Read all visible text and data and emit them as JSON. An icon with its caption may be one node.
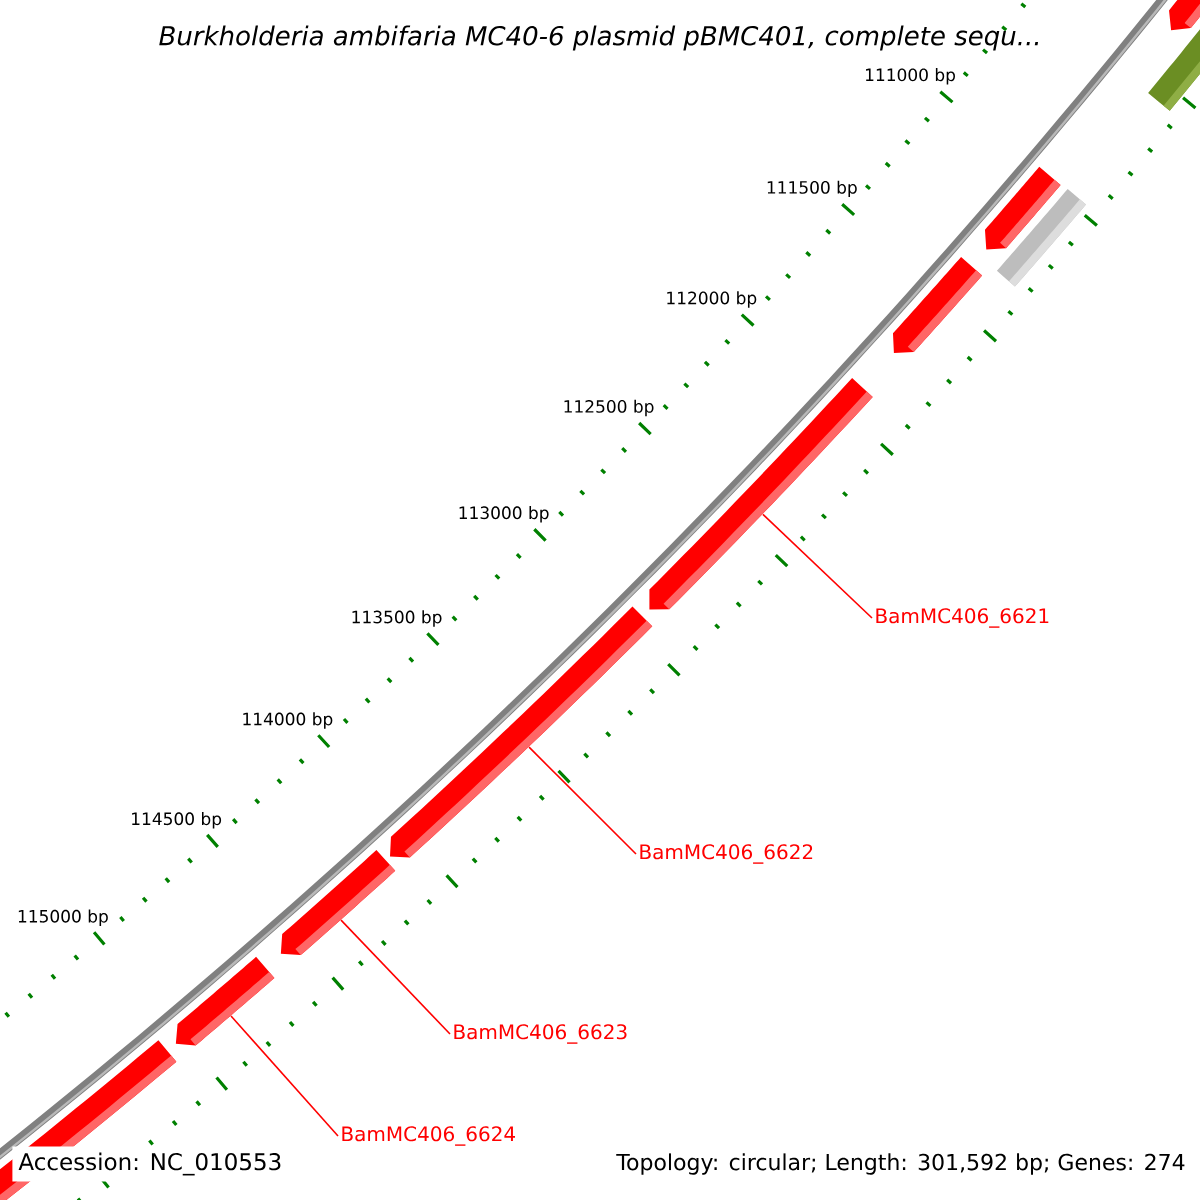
{
  "diagram": {
    "title": "Burkholderia ambifaria MC40-6 plasmid pBMC401, complete sequ...",
    "nodes": [
      {
        "text": [],
        "shape": "pentagon"
      },
      {
        "text": [],
        "shape": "bar"
      },
      {
        "text": [],
        "shape": "pentagon"
      },
      {
        "text": [],
        "shape": "bar"
      },
      {
        "text": [],
        "shape": "pentagon"
      },
      {
        "text": [],
        "shape": "pentagon"
      },
      {
        "text": [],
        "shape": "pentagon"
      },
      {
        "text": [],
        "shape": "pentagon"
      },
      {
        "text": [],
        "shape": "pentagon"
      },
      {
        "text": [],
        "shape": "pentagon"
      },
      {
        "text": [
          "BamMC406_6621"
        ]
      },
      {
        "text": [
          "BamMC406_6622"
        ]
      },
      {
        "text": [
          "BamMC406_6623"
        ]
      },
      {
        "text": [
          "BamMC406_6624"
        ]
      }
    ],
    "edges": [
      {
        "from": 10,
        "to": 5,
        "arrow": "none"
      },
      {
        "from": 11,
        "to": 6,
        "arrow": "none"
      },
      {
        "from": 12,
        "to": 7,
        "arrow": "none"
      },
      {
        "from": 13,
        "to": 8,
        "arrow": "none"
      }
    ],
    "labels": [
      "111000 bp",
      "111500 bp",
      "112000 bp",
      "112500 bp",
      "113000 bp",
      "113500 bp",
      "114000 bp",
      "114500 bp",
      "115000 bp",
      "Accession: NC_010553",
      "Topology: circular; Length: 301,592 bp; Genes: 274"
    ]
  }
}
